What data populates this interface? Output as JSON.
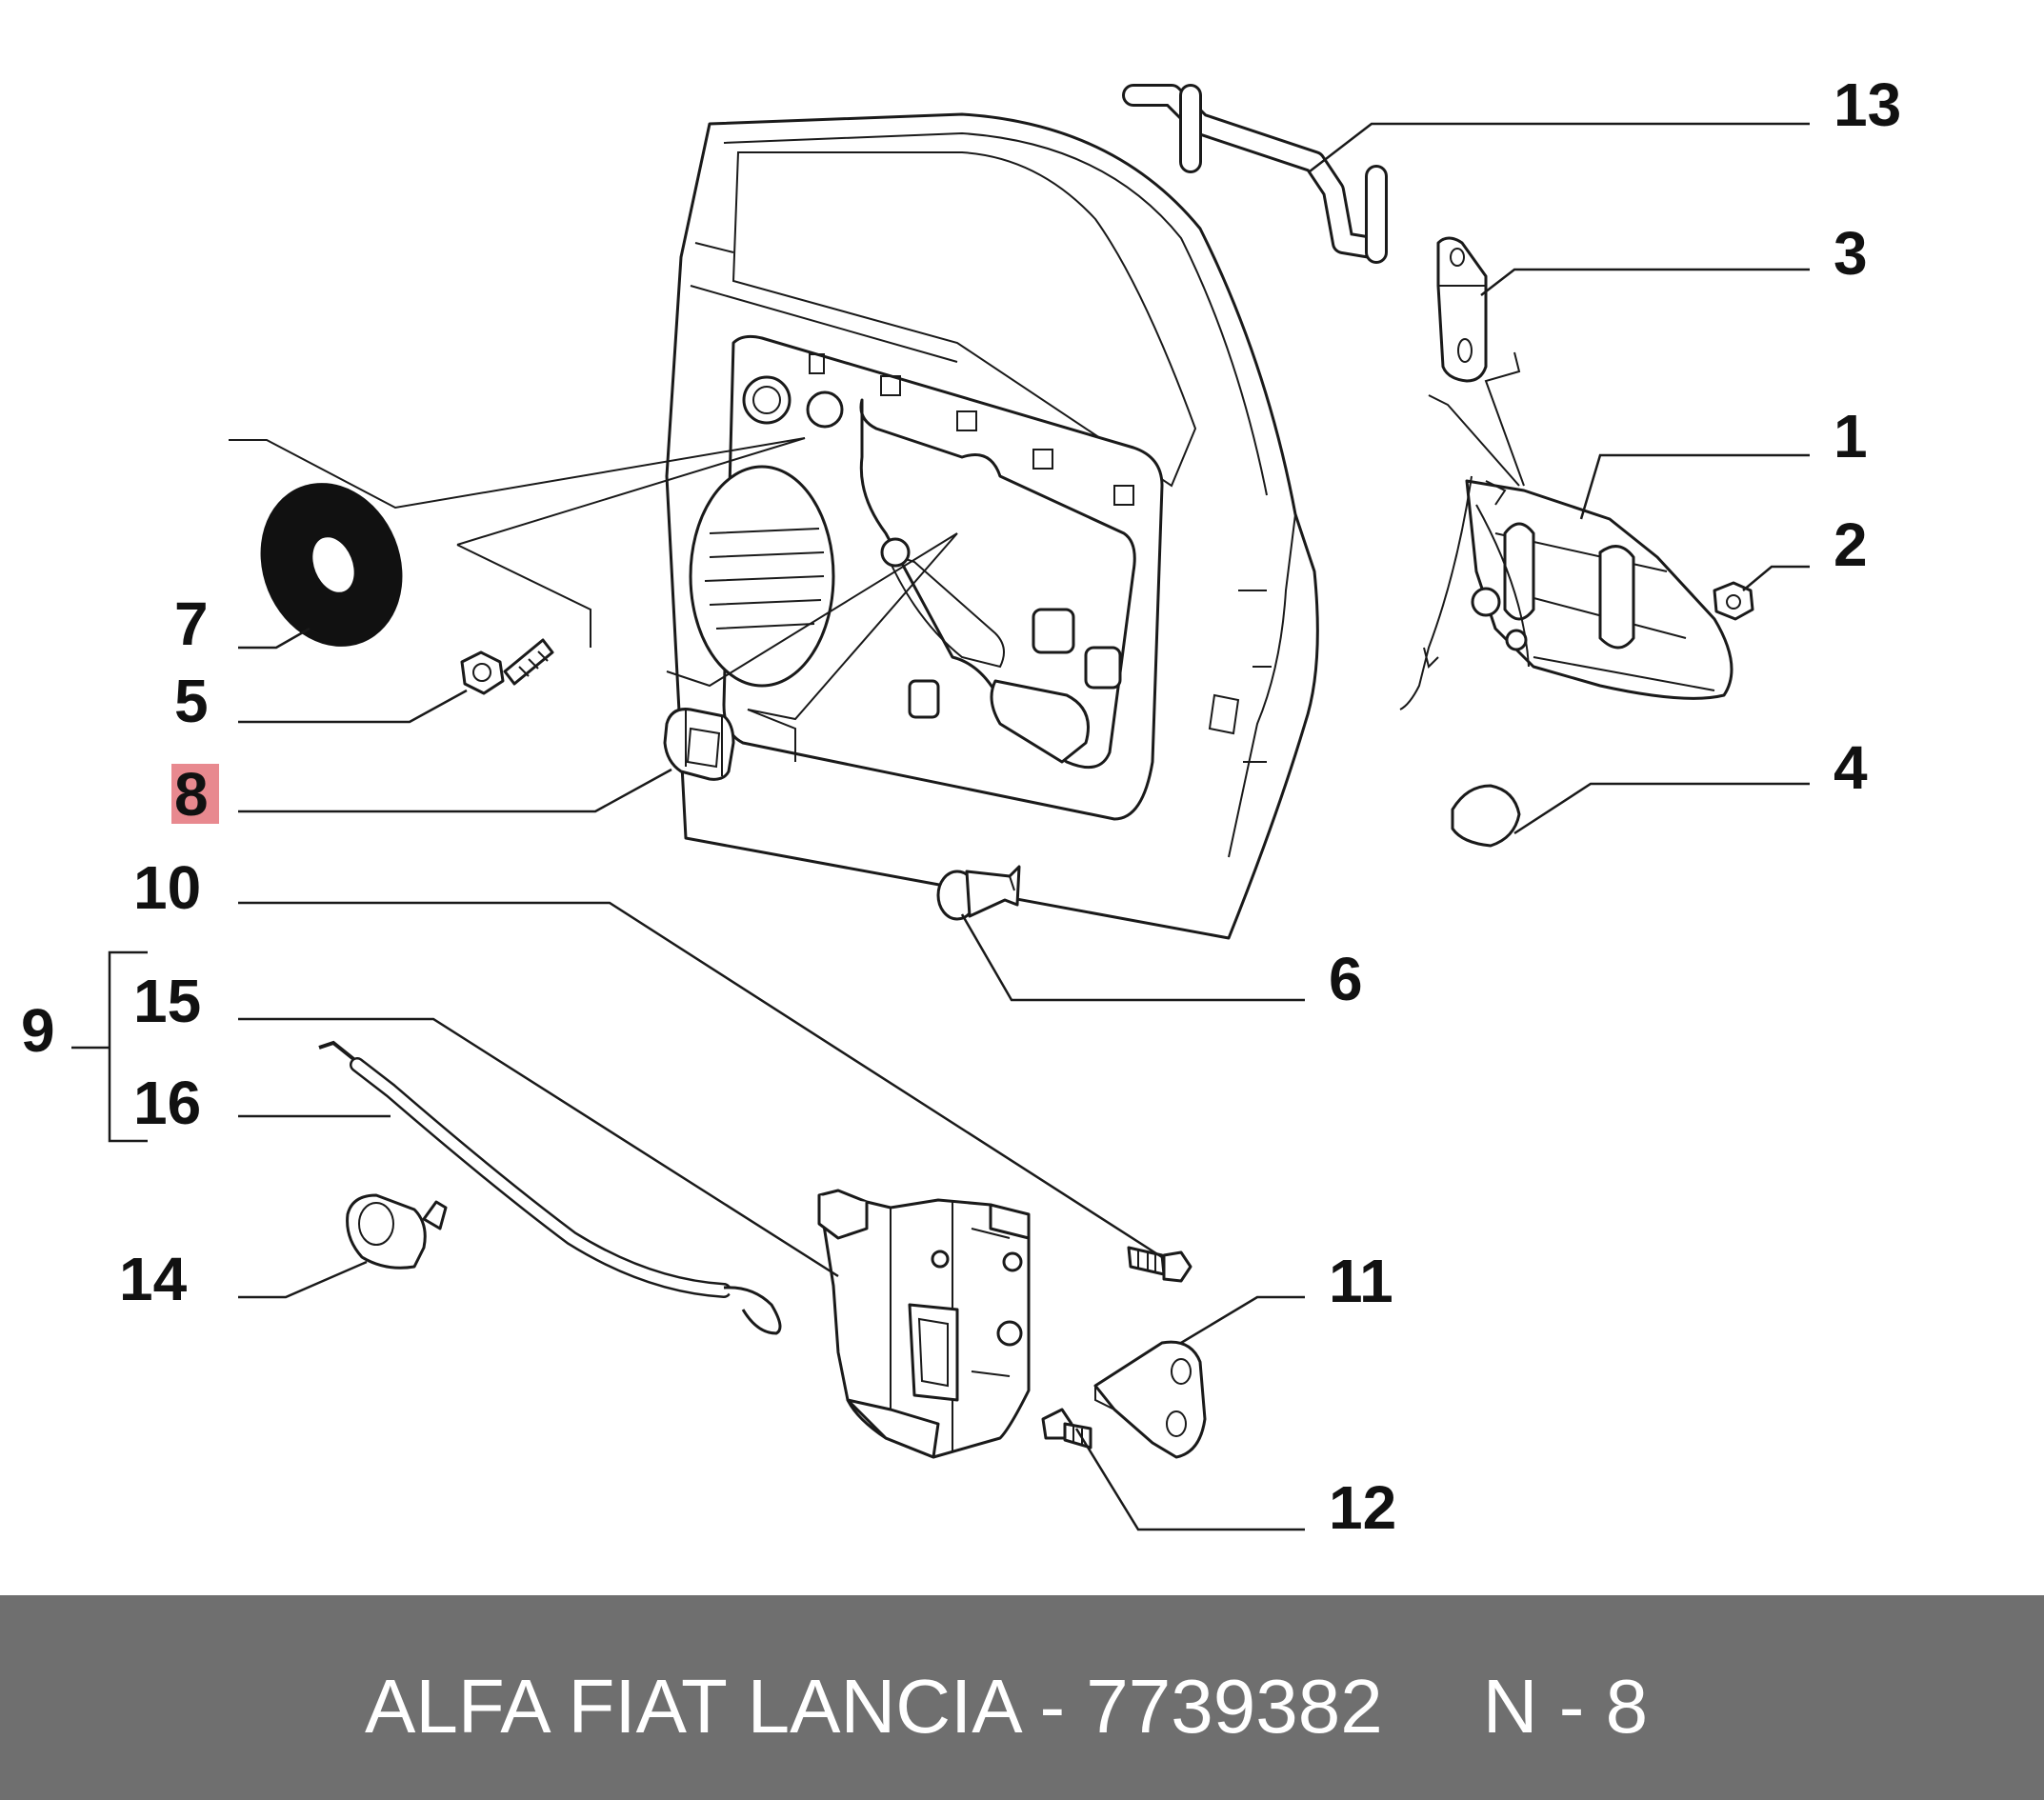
{
  "callouts": [
    {
      "id": "13",
      "label": "13"
    },
    {
      "id": "3",
      "label": "3"
    },
    {
      "id": "1",
      "label": "1"
    },
    {
      "id": "2",
      "label": "2"
    },
    {
      "id": "4",
      "label": "4"
    },
    {
      "id": "7",
      "label": "7"
    },
    {
      "id": "5",
      "label": "5"
    },
    {
      "id": "8",
      "label": "8",
      "highlighted": true
    },
    {
      "id": "10",
      "label": "10"
    },
    {
      "id": "6",
      "label": "6"
    },
    {
      "id": "9",
      "label": "9"
    },
    {
      "id": "15",
      "label": "15"
    },
    {
      "id": "16",
      "label": "16"
    },
    {
      "id": "14",
      "label": "14"
    },
    {
      "id": "11",
      "label": "11"
    },
    {
      "id": "12",
      "label": "12"
    }
  ],
  "footer": {
    "brand_part": "ALFA FIAT LANCIA - 7739382",
    "ref": "N - 8"
  },
  "colors": {
    "highlight": "#e8898f",
    "footer_bg": "#6f6f6f",
    "footer_text": "#ffffff",
    "line": "#1a1a1a"
  }
}
